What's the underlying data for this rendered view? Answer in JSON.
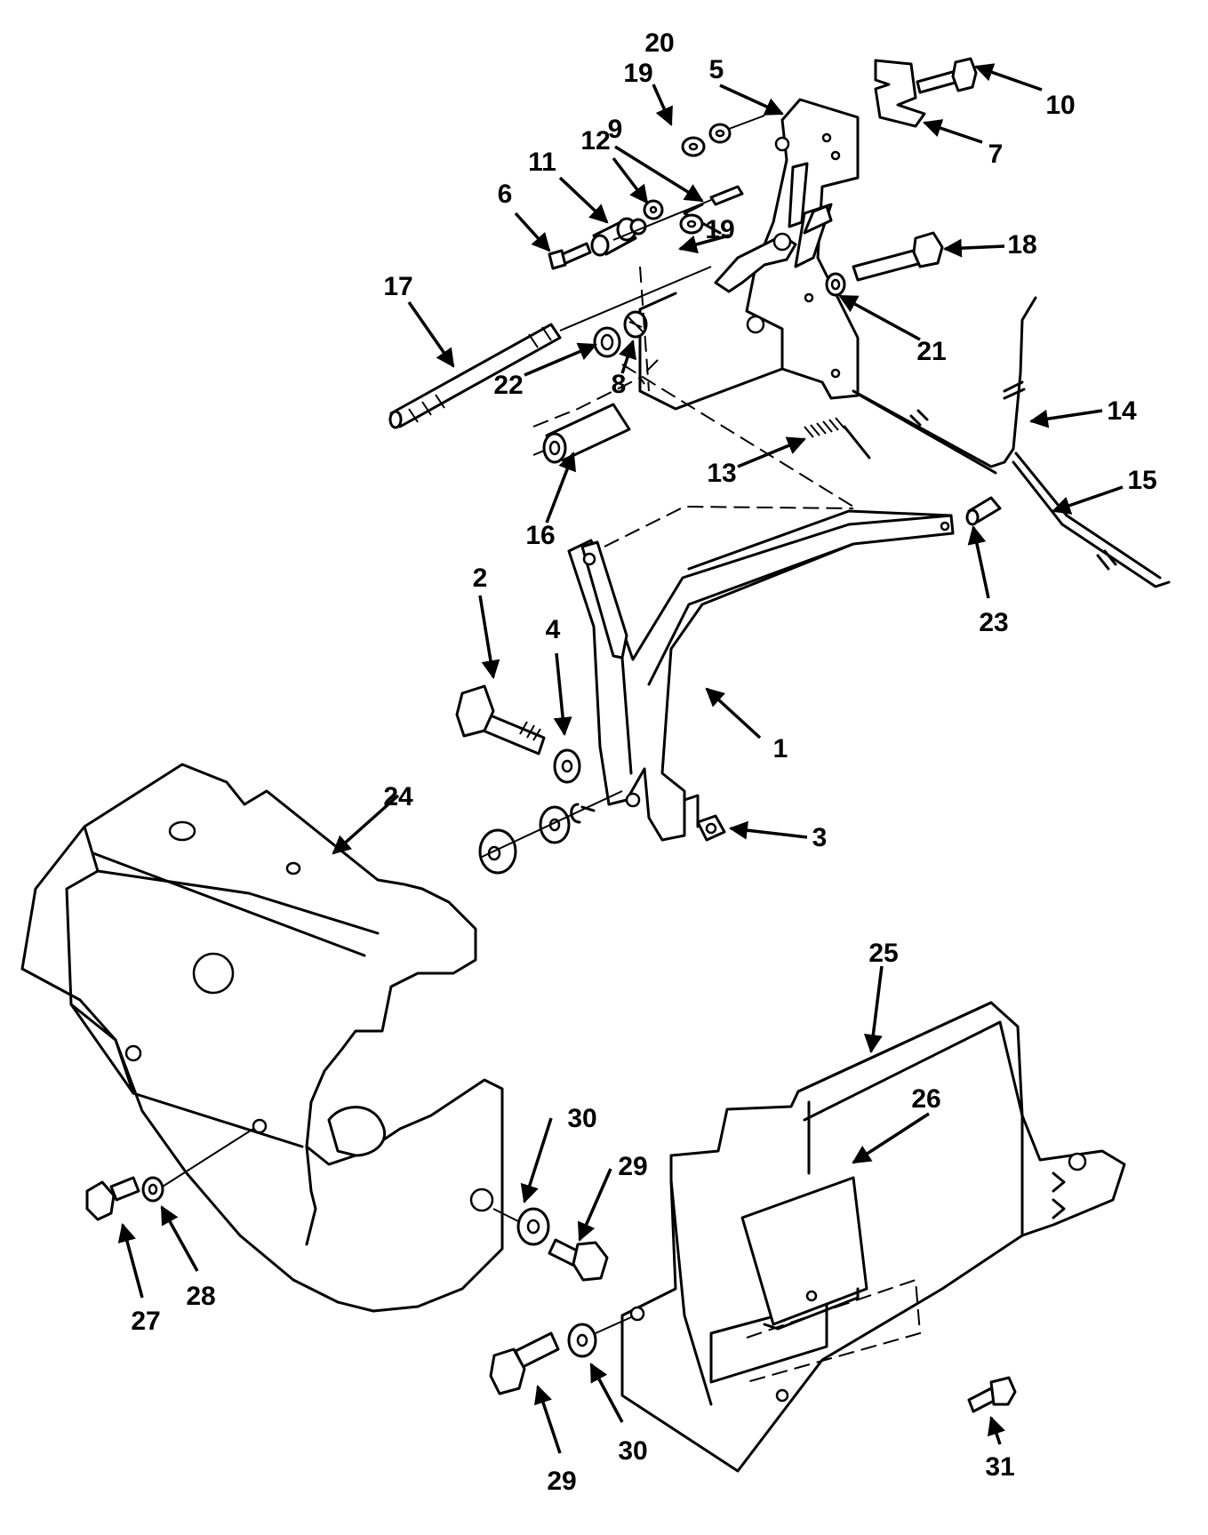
{
  "callouts": [
    {
      "key": "c1",
      "label": "1"
    },
    {
      "key": "c2",
      "label": "2"
    },
    {
      "key": "c3",
      "label": "3"
    },
    {
      "key": "c4",
      "label": "4"
    },
    {
      "key": "c5",
      "label": "5"
    },
    {
      "key": "c6",
      "label": "6"
    },
    {
      "key": "c7",
      "label": "7"
    },
    {
      "key": "c8",
      "label": "8"
    },
    {
      "key": "c9",
      "label": "9"
    },
    {
      "key": "c10",
      "label": "10"
    },
    {
      "key": "c11",
      "label": "11"
    },
    {
      "key": "c12",
      "label": "12"
    },
    {
      "key": "c13",
      "label": "13"
    },
    {
      "key": "c14",
      "label": "14"
    },
    {
      "key": "c15",
      "label": "15"
    },
    {
      "key": "c16",
      "label": "16"
    },
    {
      "key": "c17",
      "label": "17"
    },
    {
      "key": "c18",
      "label": "18"
    },
    {
      "key": "c19a",
      "label": "19"
    },
    {
      "key": "c19b",
      "label": "19"
    },
    {
      "key": "c20",
      "label": "20"
    },
    {
      "key": "c21",
      "label": "21"
    },
    {
      "key": "c22",
      "label": "22"
    },
    {
      "key": "c23",
      "label": "23"
    },
    {
      "key": "c24",
      "label": "24"
    },
    {
      "key": "c25",
      "label": "25"
    },
    {
      "key": "c26",
      "label": "26"
    },
    {
      "key": "c27",
      "label": "27"
    },
    {
      "key": "c28",
      "label": "28"
    },
    {
      "key": "c29a",
      "label": "29"
    },
    {
      "key": "c29b",
      "label": "29"
    },
    {
      "key": "c30a",
      "label": "30"
    },
    {
      "key": "c30b",
      "label": "30"
    },
    {
      "key": "c31",
      "label": "31"
    }
  ]
}
